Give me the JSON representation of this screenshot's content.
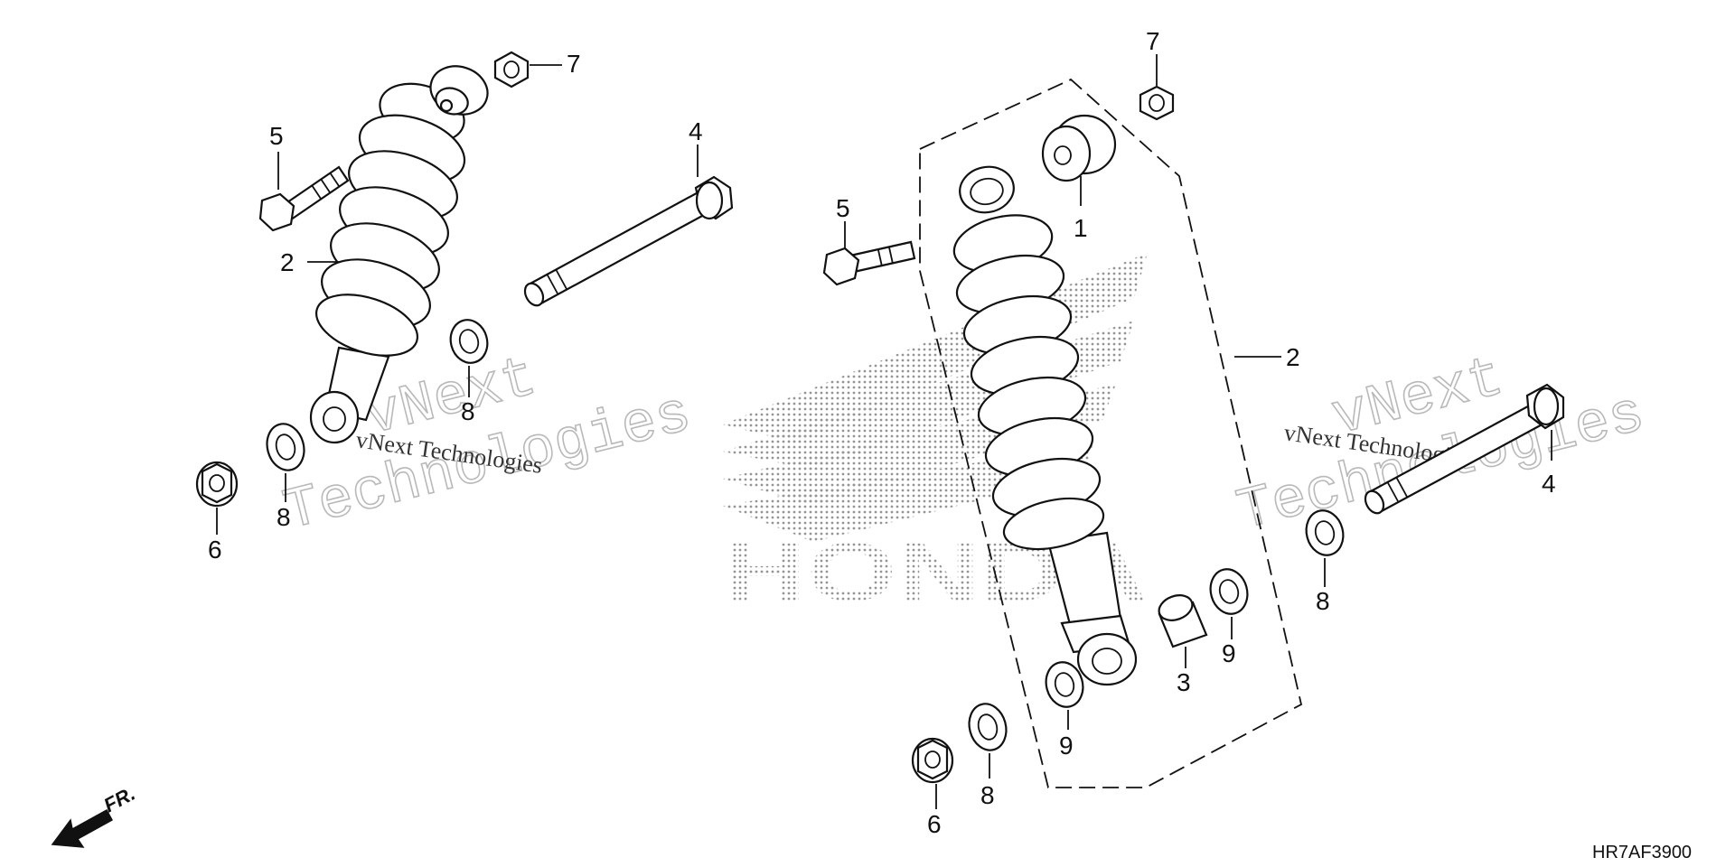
{
  "diagram": {
    "brand_mark": "HONDA",
    "watermark": {
      "line1": "vNext",
      "line2": "Technologies",
      "caption": "vNext Technologies"
    },
    "front_indicator": "FR.",
    "diagram_code": "HR7AF3900",
    "callouts": {
      "left_assembly": [
        "5",
        "2",
        "7",
        "4",
        "8",
        "8",
        "6"
      ],
      "right_assembly": [
        "7",
        "1",
        "5",
        "2",
        "4",
        "8",
        "3",
        "9",
        "9",
        "8",
        "6"
      ]
    }
  }
}
